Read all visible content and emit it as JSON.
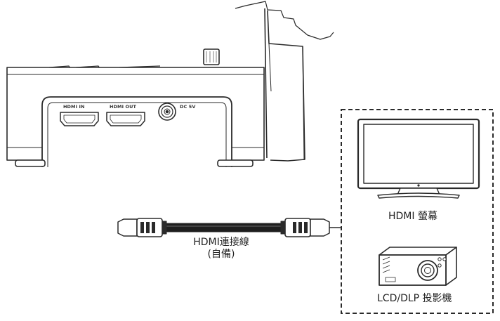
{
  "device": {
    "ports": {
      "hdmi_in": "HDMI IN",
      "hdmi_out": "HDMI OUT",
      "dc": "DC 5V"
    }
  },
  "cable": {
    "label": "HDMI連接線",
    "note": "(自備)"
  },
  "outputs": {
    "monitor": "HDMI 螢幕",
    "projector": "LCD/DLP 投影機"
  }
}
